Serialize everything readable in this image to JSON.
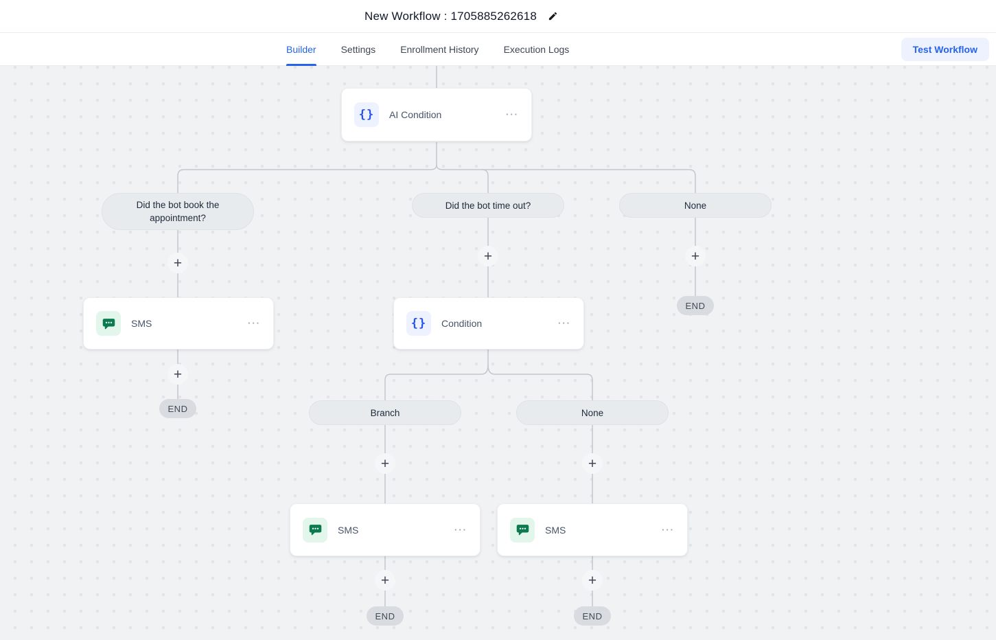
{
  "header": {
    "title": "New Workflow : 1705885262618",
    "tabs": [
      {
        "label": "Builder",
        "active": true
      },
      {
        "label": "Settings",
        "active": false
      },
      {
        "label": "Enrollment History",
        "active": false
      },
      {
        "label": "Execution Logs",
        "active": false
      }
    ],
    "test_workflow_label": "Test Workflow"
  },
  "canvas": {
    "nodes": {
      "ai_condition": {
        "label": "AI Condition",
        "icon": "braces-icon",
        "menu": "···"
      },
      "sms_left": {
        "label": "SMS",
        "icon": "sms-chat-icon",
        "menu": "···"
      },
      "condition": {
        "label": "Condition",
        "icon": "braces-icon",
        "menu": "···"
      },
      "sms_bottom_left": {
        "label": "SMS",
        "icon": "sms-chat-icon",
        "menu": "···"
      },
      "sms_bottom_right": {
        "label": "SMS",
        "icon": "sms-chat-icon",
        "menu": "···"
      }
    },
    "branch_labels": {
      "book_appointment": "Did the bot book the appointment?",
      "time_out": "Did the bot time out?",
      "none_top": "None",
      "branch": "Branch",
      "none_mid": "None"
    },
    "plus_label": "+",
    "end_label": "END"
  },
  "colors": {
    "accent_blue": "#2563eb",
    "icon_blue": "#2653e9",
    "icon_blue_bg": "#eef2ff",
    "sms_green": "#0b7a4e",
    "sms_green_bg": "#e3f6ec",
    "canvas_bg": "#f1f2f4",
    "canvas_dot": "#e1e3e7",
    "pill_bg": "#e8ebee",
    "end_bg": "#d8dbdf",
    "edge": "#c3c7cc",
    "test_btn_bg": "#eef2ff"
  }
}
